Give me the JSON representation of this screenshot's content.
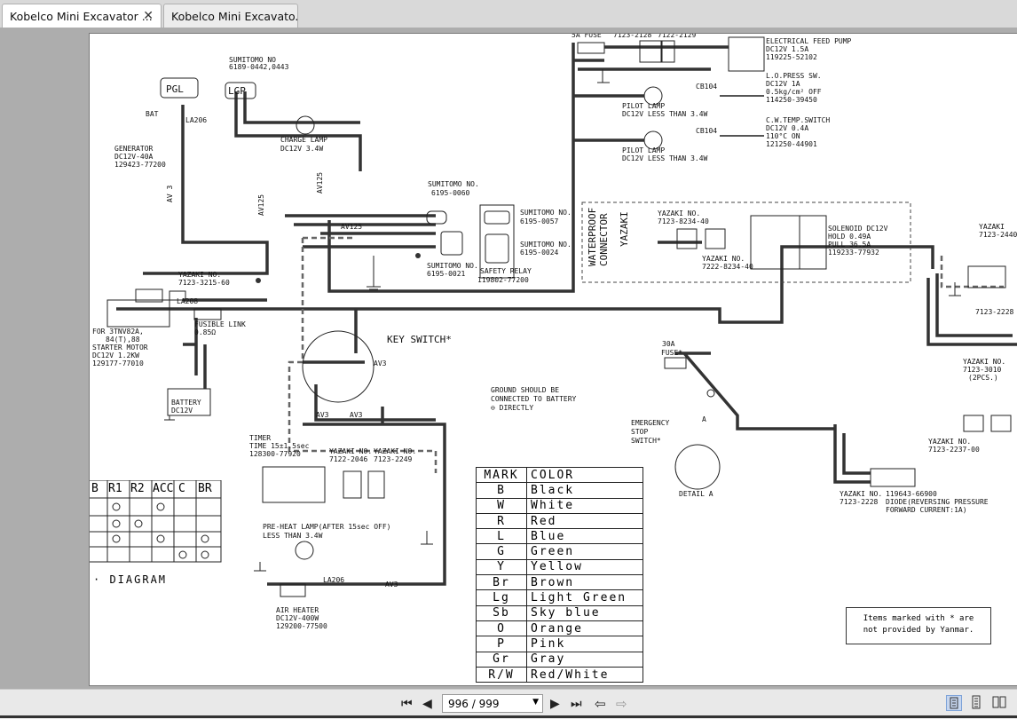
{
  "tabs": [
    {
      "label": "Kobelco Mini Excavator ...",
      "active": true
    },
    {
      "label": "Kobelco Mini Excavato...",
      "active": false
    }
  ],
  "diagram": {
    "sumitomo_top": "SUMITOMO NO\n6189-0442,0443",
    "generator": "GENERATOR",
    "generator_spec": "DC12V-40A",
    "generator_pn": "129423-77200",
    "bat": "BAT",
    "la206": "LA206",
    "charge_lamp": "CHARGE LAMP",
    "charge_lamp_spec": "DC12V 3.4W",
    "av3": "AV 3",
    "av125a": "AV125",
    "av125b": "AV125",
    "av125c": "AV125",
    "sumitomo_6195_0060": "SUMITOMO NO.",
    "n6195_0060": "6195-0060",
    "sumitomo_6195_0057": "SUMITOMO NO.",
    "n6195_0057": "6195-0057",
    "sumitomo_6195_0024": "SUMITOMO NO.",
    "n6195_0024": "6195-0024",
    "sumitomo_6195_0021": "SUMITOMO NO.",
    "n6195_0021": "6195-0021",
    "safety_relay": "SAFETY RELAY",
    "safety_relay_pn": "119802-77200",
    "yazaki_7123_3215": "YAZAKI NO.",
    "n7123_3215": "7123-3215-60",
    "la208": "LA208",
    "fusible_link": "FUSIBLE LINK",
    "fusible_link_spec": "0.85Ω",
    "starter_model": "FOR 3TNV82A,",
    "starter_model2": "84(T),88",
    "starter_motor": "STARTER MOTOR",
    "starter_spec": "DC12V 1.2KW",
    "starter_pn": "129177-77010",
    "battery": "BATTERY",
    "battery_spec": "DC12V",
    "key_switch": "KEY SWITCH*",
    "fuse_30a": "30A",
    "fuse": "FUSE*",
    "ground_note1": "GROUND SHOULD BE",
    "ground_note2": "CONNECTED TO BATTERY",
    "ground_note3": "⊖ DIRECTLY",
    "emergency1": "EMERGENCY",
    "emergency2": "STOP",
    "emergency3": "SWITCH*",
    "detail_a": "DETAIL A",
    "a_label": "A",
    "timer": "TIMER",
    "timer_spec": "TIME 15±1.5sec",
    "timer_pn": "128300-77920",
    "yazaki_7122_2046": "YAZAKI NO.",
    "n7122_2046": "7122-2046",
    "yazaki_7123_2249": "YAZAKI NO.",
    "n7123_2249": "7123-2249",
    "preheat": "PRE-HEAT LAMP(AFTER 15sec OFF)",
    "preheat_spec": "LESS THAN 3.4W",
    "air_heater": "AIR HEATER",
    "air_heater_spec": "DC12V-400W",
    "air_heater_pn": "129200-77500",
    "la206b": "LA206",
    "av3a": "AV3",
    "av3b": "AV3",
    "av3c": "AV3",
    "av3d": "AV3",
    "fuse_top": "5A FUSE",
    "n7123_2128": "7123-2128",
    "n7122_2129": "7122-2129",
    "feed_pump": "ELECTRICAL FEED PUMP",
    "feed_pump_spec": "DC12V 1.5A",
    "feed_pump_pn": "119225-52102",
    "lo_press": "L.O.PRESS SW.",
    "lo_press_spec": "DC12V 1A",
    "lo_press_spec2": "0.5kg/cm² OFF",
    "lo_press_pn": "114250-39450",
    "cb104a": "CB104",
    "cb104b": "CB104",
    "pilot_lamp1": "PILOT LAMP",
    "pilot_lamp1_spec": "DC12V LESS THAN 3.4W",
    "pilot_lamp2": "PILOT LAMP",
    "pilot_lamp2_spec": "DC12V LESS THAN 3.4W",
    "cw_temp": "C.W.TEMP.SWITCH",
    "cw_temp_spec": "DC12V 0.4A",
    "cw_temp_spec2": "110°C ON",
    "cw_temp_pn": "121250-44901",
    "waterproof": "WATERPROOF",
    "connector": "CONNECTOR",
    "yazaki_label": "YAZAKI",
    "yazaki_7123_8234": "YAZAKI NO.",
    "n7123_8234": "7123-8234-40",
    "yazaki_7222_8234": "YAZAKI NO.",
    "n7222_8234": "7222-8234-40",
    "solenoid": "SOLENOID DC12V",
    "solenoid_hold": "HOLD 0.49A",
    "solenoid_pull": "PULL 36.5A",
    "solenoid_pn": "119233-77932",
    "yazaki_2440": "YAZAKI",
    "n7123_2440": "7123-2440",
    "n7123_2228": "7123-2228",
    "yazaki_3010": "YAZAKI NO.",
    "n7123_3010": "7123-3010",
    "pcs": "(2PCS.)",
    "yazaki_2237": "YAZAKI NO.",
    "n7123_2237": "7123-2237-00",
    "yazaki_2228b": "YAZAKI NO.",
    "n7123_2228b": "7123-2228",
    "diode_pn": "119643-66900",
    "diode1": "DIODE(REVERSING PRESSURE",
    "diode2": "FORWARD CURRENT:1A)",
    "diagram_title": "DIAGRAM"
  },
  "keytable": {
    "headers": [
      "B",
      "R1",
      "R2",
      "ACC",
      "C",
      "BR"
    ]
  },
  "color_table": {
    "header_mark": "MARK",
    "header_color": "COLOR",
    "rows": [
      {
        "mark": "B",
        "color": "Black"
      },
      {
        "mark": "W",
        "color": "White"
      },
      {
        "mark": "R",
        "color": "Red"
      },
      {
        "mark": "L",
        "color": "Blue"
      },
      {
        "mark": "G",
        "color": "Green"
      },
      {
        "mark": "Y",
        "color": "Yellow"
      },
      {
        "mark": "Br",
        "color": "Brown"
      },
      {
        "mark": "Lg",
        "color": "Light Green"
      },
      {
        "mark": "Sb",
        "color": "Sky blue"
      },
      {
        "mark": "O",
        "color": "Orange"
      },
      {
        "mark": "P",
        "color": "Pink"
      },
      {
        "mark": "Gr",
        "color": "Gray"
      },
      {
        "mark": "R/W",
        "color": "Red/White"
      }
    ]
  },
  "note": {
    "line1": "Items marked with * are",
    "line2": "not provided by Yanmar."
  },
  "toolbar": {
    "page_value": "996 / 999"
  }
}
